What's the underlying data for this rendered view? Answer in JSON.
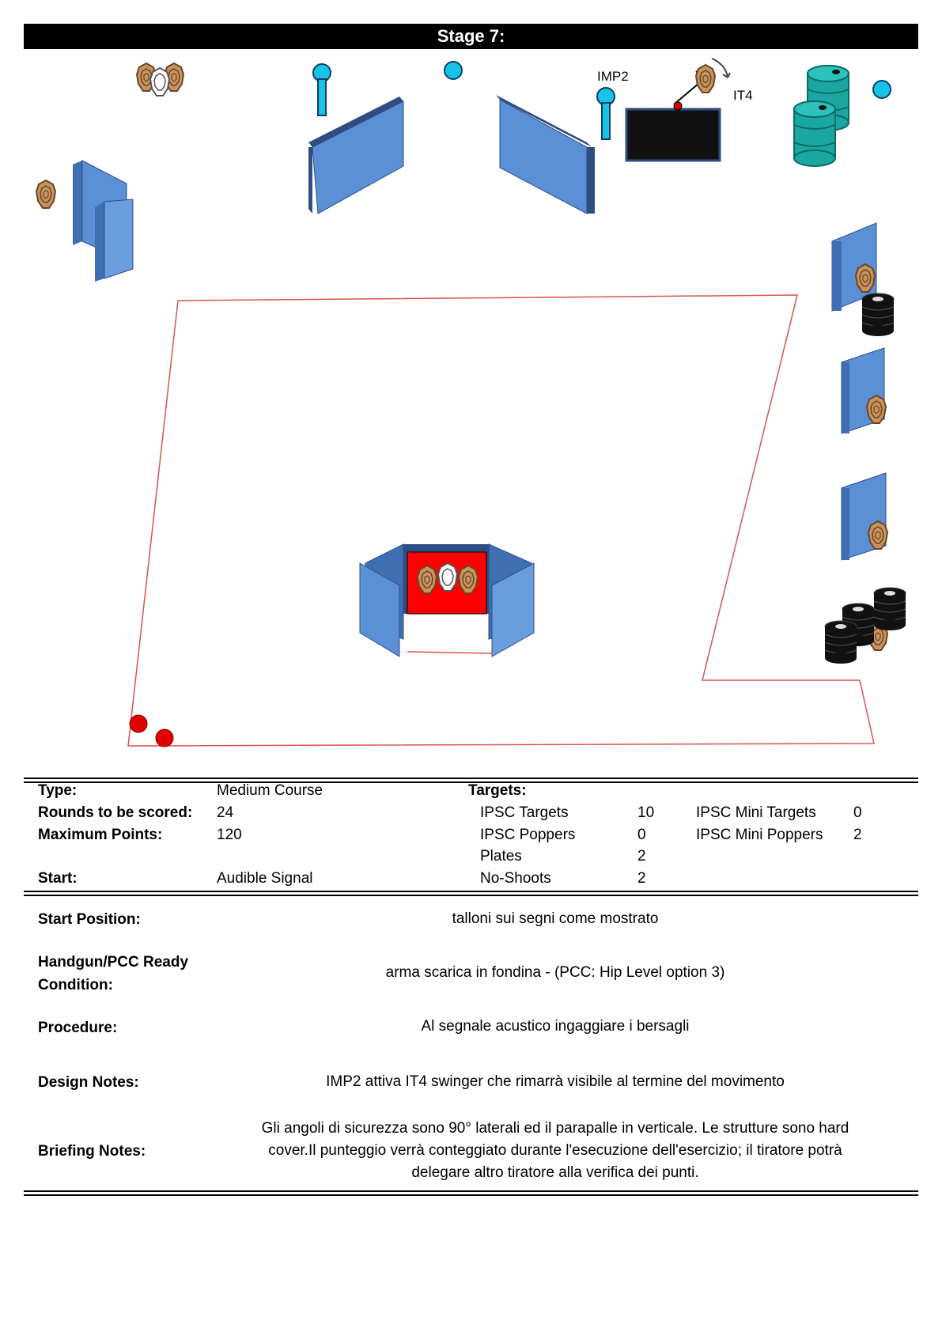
{
  "title": "Stage 7:",
  "diagram": {
    "labels": {
      "popper": "IMP2",
      "swinger": "IT4"
    },
    "colors": {
      "wall": "#5b8fd6",
      "wall_dark": "#3f6eb3",
      "target": "#c8945e",
      "popper": "#19c3e8",
      "barrel": "#1aa7a1",
      "tire": "#111111",
      "fault_line": "#d9534f",
      "start_marker": "#e00000"
    }
  },
  "info": {
    "type_label": "Type:",
    "type_value": "Medium Course",
    "rounds_label": "Rounds to be scored:",
    "rounds_value": "24",
    "points_label": "Maximum Points:",
    "points_value": "120",
    "start_label": "Start:",
    "start_value": "Audible Signal",
    "targets_label": "Targets:",
    "ipsc_targets_label": "IPSC Targets",
    "ipsc_targets_value": "10",
    "ipsc_poppers_label": "IPSC Poppers",
    "ipsc_poppers_value": "0",
    "plates_label": "Plates",
    "plates_value": "2",
    "noshoots_label": "No-Shoots",
    "noshoots_value": "2",
    "mini_targets_label": "IPSC Mini Targets",
    "mini_targets_value": "0",
    "mini_poppers_label": "IPSC Mini Poppers",
    "mini_poppers_value": "2"
  },
  "details": {
    "start_position_label": "Start Position:",
    "start_position_value": "talloni sui segni come mostrato",
    "ready_label_line1": "Handgun/PCC Ready",
    "ready_label_line2": "Condition:",
    "ready_value": "arma scarica in fondina - (PCC: Hip Level option 3)",
    "procedure_label": "Procedure:",
    "procedure_value": "Al segnale acustico ingaggiare i bersagli",
    "design_label": "Design Notes:",
    "design_value": "IMP2 attiva IT4 swinger che rimarrà visibile al termine del movimento",
    "briefing_label": "Briefing Notes:",
    "briefing_line1": "Gli angoli di sicurezza sono 90° laterali ed il parapalle in verticale. Le strutture sono hard",
    "briefing_line2": "cover.Il punteggio verrà conteggiato durante l'esecuzione dell'esercizio; il tiratore potrà",
    "briefing_line3": "delegare altro tiratore alla verifica  dei punti."
  }
}
